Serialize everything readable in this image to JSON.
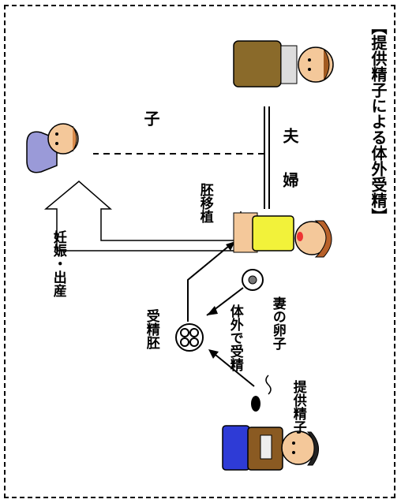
{
  "title": "【提供精子による体外受精】",
  "labels": {
    "couple_husband": "夫",
    "couple_wife": "婦",
    "child": "子",
    "embryo_transfer": "胚移植",
    "pregnancy": "妊娠・出産",
    "wife_egg": "妻の卵子",
    "ivf": "体外で受精",
    "embryo": "受精胚",
    "donor_sperm": "提供精子"
  },
  "colors": {
    "line": "#000000",
    "husband_jacket": "#8a6a2a",
    "wife_shirt": "#f2f23a",
    "donor_pants": "#2e3bd6",
    "child_clothes": "#9a9ad8"
  }
}
